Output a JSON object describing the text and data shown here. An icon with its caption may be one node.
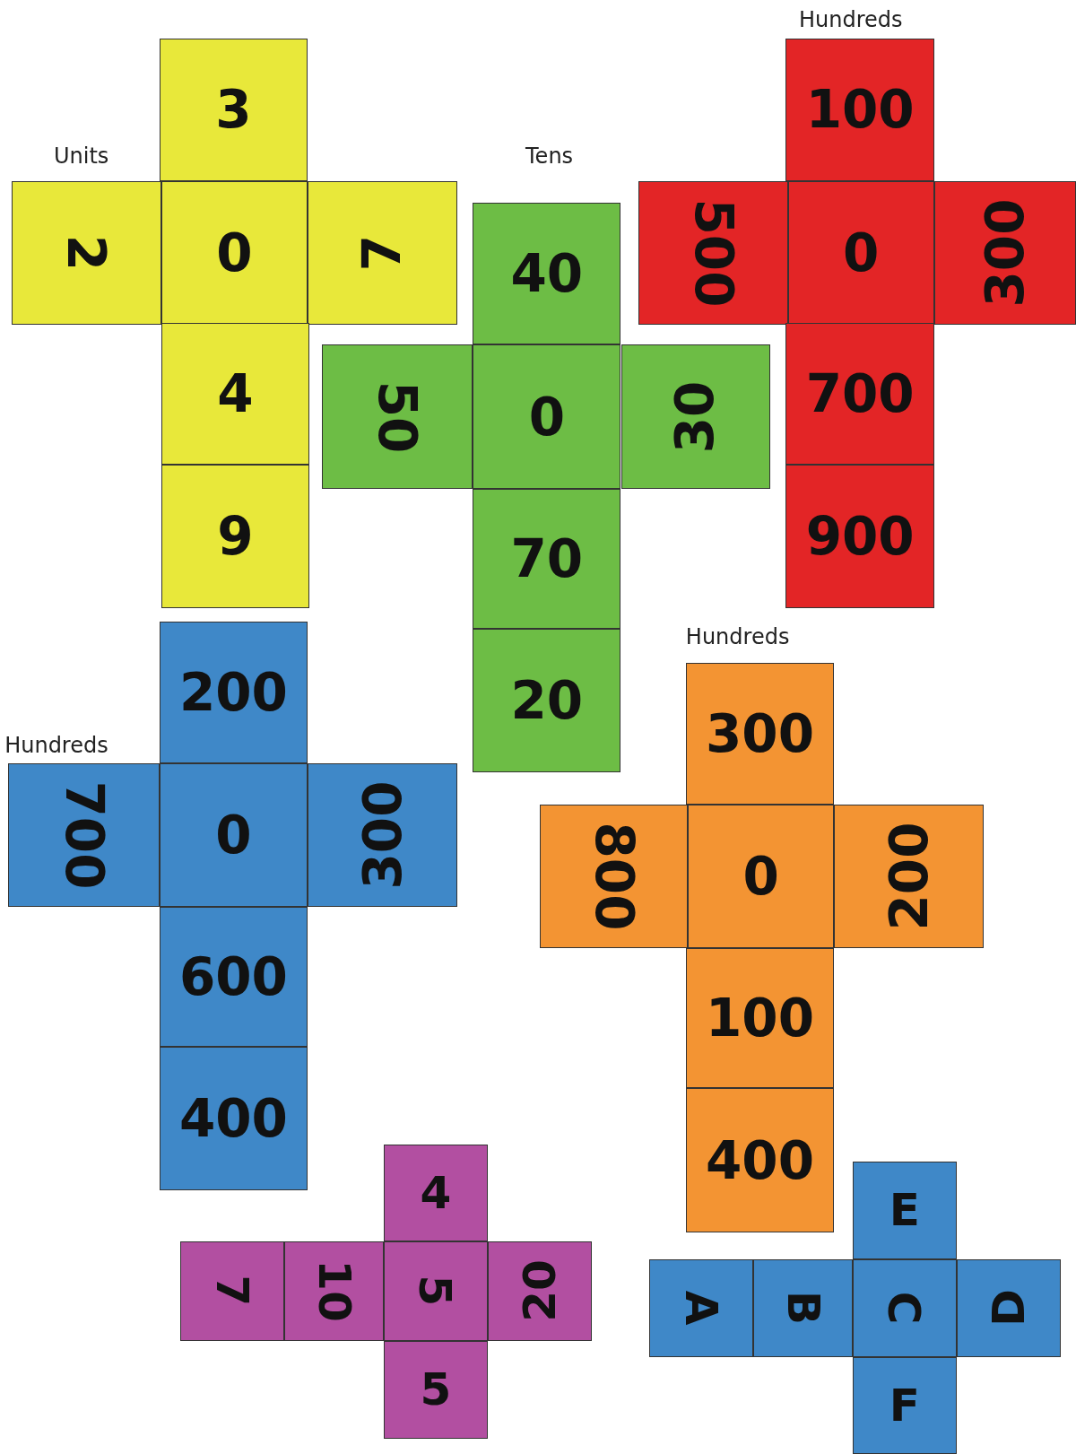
{
  "diagram": {
    "nodes": [
      {
        "text": [
          "3"
        ]
      },
      {
        "text": [
          "2"
        ]
      },
      {
        "text": [
          "0"
        ]
      },
      {
        "text": [
          "7"
        ]
      },
      {
        "text": [
          "4"
        ]
      },
      {
        "text": [
          "9"
        ]
      },
      {
        "text": [
          "100"
        ]
      },
      {
        "text": [
          "500"
        ]
      },
      {
        "text": [
          "0"
        ]
      },
      {
        "text": [
          "300"
        ]
      },
      {
        "text": [
          "700"
        ]
      },
      {
        "text": [
          "900"
        ]
      },
      {
        "text": [
          "40"
        ]
      },
      {
        "text": [
          "50"
        ]
      },
      {
        "text": [
          "0"
        ]
      },
      {
        "text": [
          "30"
        ]
      },
      {
        "text": [
          "70"
        ]
      },
      {
        "text": [
          "20"
        ]
      },
      {
        "text": [
          "200"
        ]
      },
      {
        "text": [
          "700"
        ]
      },
      {
        "text": [
          "0"
        ]
      },
      {
        "text": [
          "300"
        ]
      },
      {
        "text": [
          "600"
        ]
      },
      {
        "text": [
          "400"
        ]
      },
      {
        "text": [
          "300"
        ]
      },
      {
        "text": [
          "800"
        ]
      },
      {
        "text": [
          "0"
        ]
      },
      {
        "text": [
          "200"
        ]
      },
      {
        "text": [
          "100"
        ]
      },
      {
        "text": [
          "400"
        ]
      },
      {
        "text": [
          "4"
        ]
      },
      {
        "text": [
          "7"
        ]
      },
      {
        "text": [
          "10"
        ]
      },
      {
        "text": [
          "5"
        ]
      },
      {
        "text": [
          "20"
        ]
      },
      {
        "text": [
          "5"
        ]
      },
      {
        "text": [
          "E"
        ]
      },
      {
        "text": [
          "A"
        ]
      },
      {
        "text": [
          "B"
        ]
      },
      {
        "text": [
          "C"
        ]
      },
      {
        "text": [
          "D"
        ]
      },
      {
        "text": [
          "F"
        ]
      }
    ],
    "labels": [
      "Hundreds",
      "Units",
      "Tens",
      "Hundreds",
      "Hundreds"
    ]
  }
}
